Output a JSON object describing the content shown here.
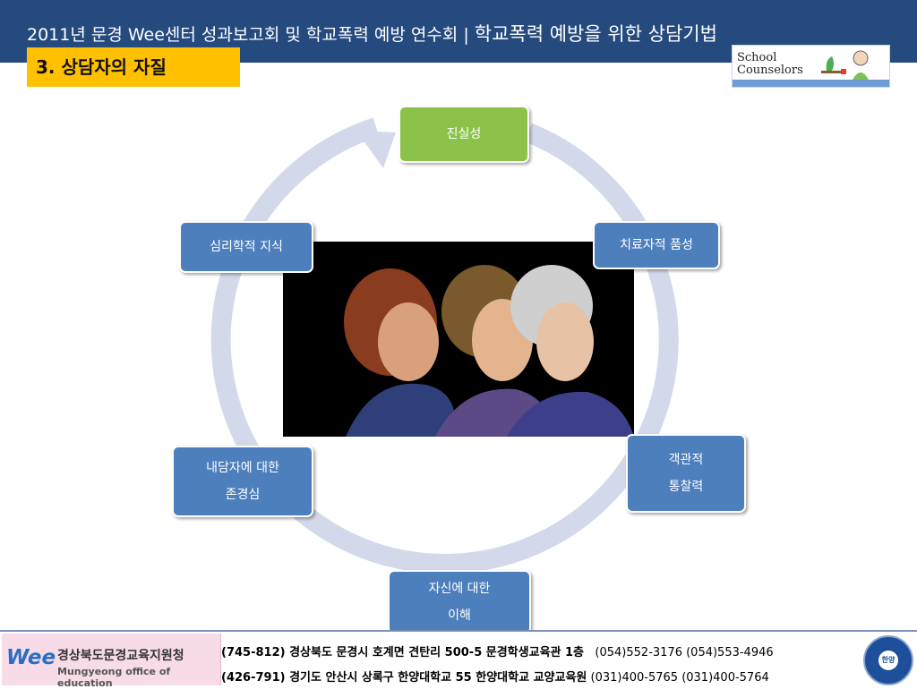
{
  "header": {
    "title": "2011년 문경 Wee센터 성과보고회 및 학교폭력 예방 연수회 | 학교폭력 예방을 위한 상담기법",
    "title_main": "2011년 문경 Wee센터 성과보고회 및 학교폭력 예방 연수회 | ",
    "title_sub": "학교폭력 예방을 위한 상담기법"
  },
  "section": {
    "label": "3. 상담자의 자질"
  },
  "logo": {
    "line1": "School",
    "line2": "Counselors"
  },
  "cycle": {
    "nodes": [
      {
        "lines": [
          "진실성"
        ]
      },
      {
        "lines": [
          "치료자적 품성"
        ]
      },
      {
        "lines": [
          "객관적",
          "통찰력"
        ]
      },
      {
        "lines": [
          "자신에 대한",
          "이해"
        ]
      },
      {
        "lines": [
          "내담자에 대한",
          "존경심"
        ]
      },
      {
        "lines": [
          "심리학적 지식"
        ]
      }
    ]
  },
  "footer": {
    "org_logo": {
      "mark": "Wee",
      "name_kr": "경상북도문경교육지원청",
      "name_en": "Mungyeong office of education"
    },
    "lines": [
      {
        "address": "(745-812) 경상북도 문경시 호계면 견탄리 500-5 문경학생교육관 1층",
        "phones": "(054)552-3176  (054)553-4946"
      },
      {
        "address": "(426-791) 경기도 안산시 상록구 한양대학교 55 한양대학교 교양교육원",
        "phones": "(031)400-5765  (031)400-5764"
      }
    ],
    "seal_label": "한양"
  },
  "colors": {
    "header_bg": "#254a7e",
    "section_bg": "#ffc000",
    "node_blue": "#4e7fbd",
    "node_green": "#8bc34a",
    "ring": "#d3d9ea"
  }
}
